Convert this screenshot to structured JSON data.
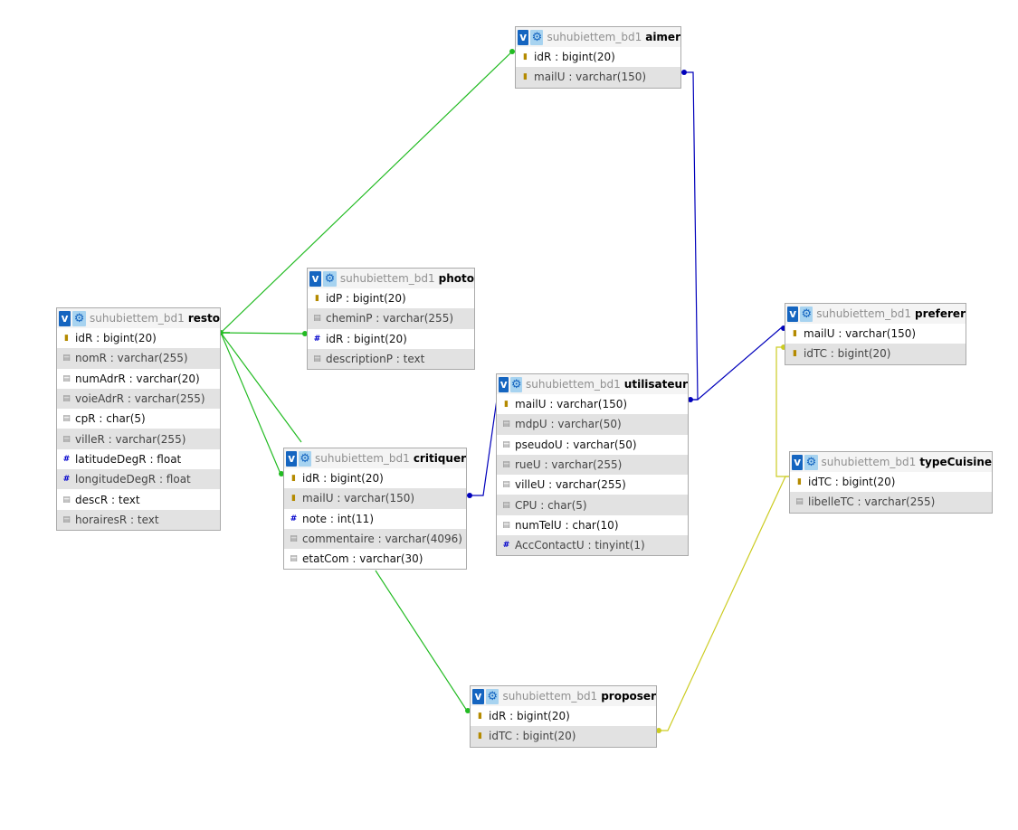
{
  "tables": [
    {
      "id": "aimer",
      "db": "suhubiettem_bd1",
      "name": "aimer",
      "columns": [
        {
          "name": "idR",
          "type": "bigint(20)",
          "icon": "key-icon"
        },
        {
          "name": "mailU",
          "type": "varchar(150)",
          "icon": "key-icon"
        }
      ]
    },
    {
      "id": "photo",
      "db": "suhubiettem_bd1",
      "name": "photo",
      "columns": [
        {
          "name": "idP",
          "type": "bigint(20)",
          "icon": "key-icon"
        },
        {
          "name": "cheminP",
          "type": "varchar(255)",
          "icon": "column-icon"
        },
        {
          "name": "idR",
          "type": "bigint(20)",
          "icon": "hash-icon"
        },
        {
          "name": "descriptionP",
          "type": "text",
          "icon": "column-icon"
        }
      ]
    },
    {
      "id": "resto",
      "db": "suhubiettem_bd1",
      "name": "resto",
      "columns": [
        {
          "name": "idR",
          "type": "bigint(20)",
          "icon": "key-icon"
        },
        {
          "name": "nomR",
          "type": "varchar(255)",
          "icon": "column-icon"
        },
        {
          "name": "numAdrR",
          "type": "varchar(20)",
          "icon": "column-icon"
        },
        {
          "name": "voieAdrR",
          "type": "varchar(255)",
          "icon": "column-icon"
        },
        {
          "name": "cpR",
          "type": "char(5)",
          "icon": "column-icon"
        },
        {
          "name": "villeR",
          "type": "varchar(255)",
          "icon": "column-icon"
        },
        {
          "name": "latitudeDegR",
          "type": "float",
          "icon": "hash-icon"
        },
        {
          "name": "longitudeDegR",
          "type": "float",
          "icon": "hash-icon"
        },
        {
          "name": "descR",
          "type": "text",
          "icon": "column-icon"
        },
        {
          "name": "horairesR",
          "type": "text",
          "icon": "column-icon"
        }
      ]
    },
    {
      "id": "critiquer",
      "db": "suhubiettem_bd1",
      "name": "critiquer",
      "columns": [
        {
          "name": "idR",
          "type": "bigint(20)",
          "icon": "key-icon"
        },
        {
          "name": "mailU",
          "type": "varchar(150)",
          "icon": "key-icon"
        },
        {
          "name": "note",
          "type": "int(11)",
          "icon": "hash-icon"
        },
        {
          "name": "commentaire",
          "type": "varchar(4096)",
          "icon": "column-icon"
        },
        {
          "name": "etatCom",
          "type": "varchar(30)",
          "icon": "column-icon"
        }
      ]
    },
    {
      "id": "utilisateur",
      "db": "suhubiettem_bd1",
      "name": "utilisateur",
      "columns": [
        {
          "name": "mailU",
          "type": "varchar(150)",
          "icon": "key-icon"
        },
        {
          "name": "mdpU",
          "type": "varchar(50)",
          "icon": "column-icon"
        },
        {
          "name": "pseudoU",
          "type": "varchar(50)",
          "icon": "column-icon"
        },
        {
          "name": "rueU",
          "type": "varchar(255)",
          "icon": "column-icon"
        },
        {
          "name": "villeU",
          "type": "varchar(255)",
          "icon": "column-icon"
        },
        {
          "name": "CPU",
          "type": "char(5)",
          "icon": "column-icon"
        },
        {
          "name": "numTelU",
          "type": "char(10)",
          "icon": "column-icon"
        },
        {
          "name": "AccContactU",
          "type": "tinyint(1)",
          "icon": "hash-icon"
        }
      ]
    },
    {
      "id": "preferer",
      "db": "suhubiettem_bd1",
      "name": "preferer",
      "columns": [
        {
          "name": "mailU",
          "type": "varchar(150)",
          "icon": "key-icon"
        },
        {
          "name": "idTC",
          "type": "bigint(20)",
          "icon": "key-icon"
        }
      ]
    },
    {
      "id": "typeCuisine",
      "db": "suhubiettem_bd1",
      "name": "typeCuisine",
      "columns": [
        {
          "name": "idTC",
          "type": "bigint(20)",
          "icon": "key-icon"
        },
        {
          "name": "libelleTC",
          "type": "varchar(255)",
          "icon": "column-icon"
        }
      ]
    },
    {
      "id": "proposer",
      "db": "suhubiettem_bd1",
      "name": "proposer",
      "columns": [
        {
          "name": "idR",
          "type": "bigint(20)",
          "icon": "key-icon"
        },
        {
          "name": "idTC",
          "type": "bigint(20)",
          "icon": "key-icon"
        }
      ]
    }
  ],
  "relations": [
    {
      "from": "aimer.idR",
      "to": "resto.idR",
      "color": "#22bb22"
    },
    {
      "from": "photo.idR",
      "to": "resto.idR",
      "color": "#22bb22"
    },
    {
      "from": "critiquer.idR",
      "to": "resto.idR",
      "color": "#22bb22"
    },
    {
      "from": "proposer.idR",
      "to": "resto.idR",
      "color": "#22bb22"
    },
    {
      "from": "aimer.mailU",
      "to": "utilisateur.mailU",
      "color": "#0000bb"
    },
    {
      "from": "critiquer.mailU",
      "to": "utilisateur.mailU",
      "color": "#0000bb"
    },
    {
      "from": "preferer.mailU",
      "to": "utilisateur.mailU",
      "color": "#0000bb"
    },
    {
      "from": "preferer.idTC",
      "to": "typeCuisine.idTC",
      "color": "#cccc22"
    },
    {
      "from": "proposer.idTC",
      "to": "typeCuisine.idTC",
      "color": "#cccc22"
    }
  ]
}
